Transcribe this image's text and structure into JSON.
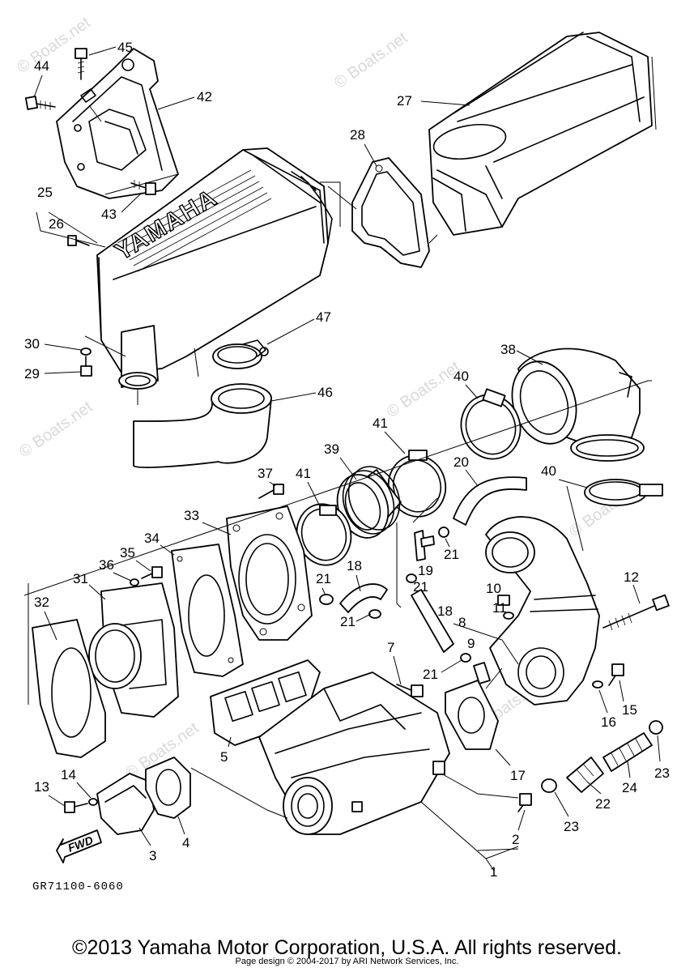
{
  "diagram": {
    "brand_text": "YAMAHA",
    "fwd_label": "FWD",
    "drawing_code": "GR71100-6060",
    "watermark": "© Boats.net",
    "callouts": [
      "1",
      "2",
      "3",
      "4",
      "5",
      "7",
      "8",
      "9",
      "10",
      "11",
      "12",
      "13",
      "14",
      "15",
      "16",
      "17",
      "18",
      "19",
      "20",
      "21",
      "22",
      "23",
      "24",
      "25",
      "26",
      "27",
      "28",
      "29",
      "30",
      "31",
      "32",
      "33",
      "34",
      "35",
      "36",
      "37",
      "38",
      "39",
      "40",
      "41",
      "42",
      "43",
      "44",
      "45",
      "46",
      "47"
    ]
  },
  "footer": {
    "copyright": "©2013 Yamaha Motor Corporation, U.S.A. All rights reserved.",
    "page_design": "Page design © 2004-2017 by ARI Network Services, Inc."
  }
}
